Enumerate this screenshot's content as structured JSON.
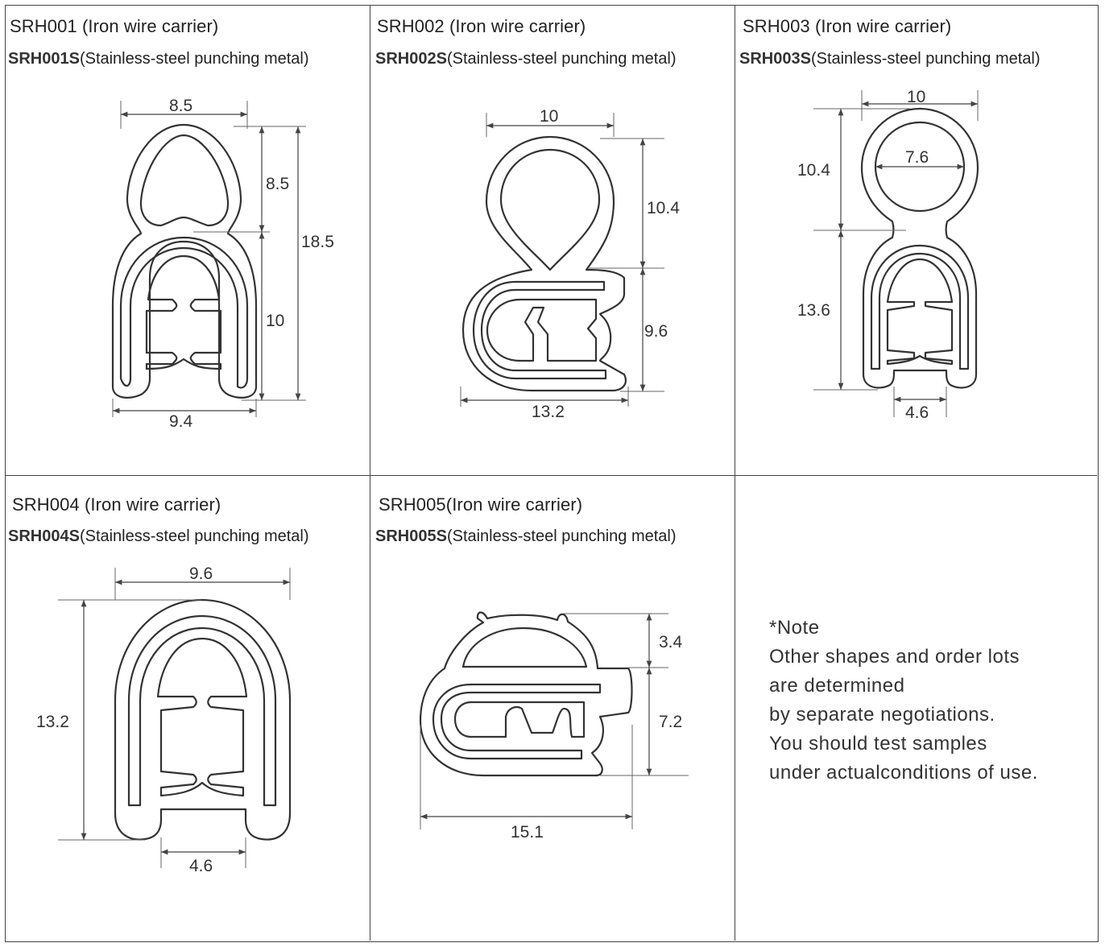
{
  "cells": [
    {
      "code1": "SRH001",
      "desc1": " (Iron wire carrier)",
      "code2": "SRH001S",
      "desc2": "(Stainless-steel punching metal)",
      "dims": {
        "top_width": "8.5",
        "upper_height": "8.5",
        "total_height": "18.5",
        "lower_height": "10",
        "bottom_width": "9.4"
      }
    },
    {
      "code1": "SRH002",
      "desc1": " (Iron wire carrier)",
      "code2": "SRH002S",
      "desc2": "(Stainless-steel punching metal)",
      "dims": {
        "top_width": "10",
        "upper_height": "10.4",
        "lower_height": "9.6",
        "bottom_width": "13.2"
      }
    },
    {
      "code1": "SRH003",
      "desc1": " (Iron wire carrier)",
      "code2": "SRH003S",
      "desc2": "(Stainless-steel punching metal)",
      "dims": {
        "top_width": "10",
        "inner_diameter": "7.6",
        "upper_height": "10.4",
        "lower_height": "13.6",
        "bottom_width": "4.6"
      }
    },
    {
      "code1": "SRH004",
      "desc1": " (Iron wire carrier)",
      "code2": "SRH004S",
      "desc2": "(Stainless-steel punching metal)",
      "dims": {
        "top_width": "9.6",
        "height": "13.2",
        "bottom_width": "4.6"
      }
    },
    {
      "code1": "SRH005",
      "desc1": "(Iron wire carrier)",
      "code2": "SRH005S",
      "desc2": "(Stainless-steel punching metal)",
      "dims": {
        "upper_height": "3.4",
        "lower_height": "7.2",
        "bottom_width": "15.1"
      }
    }
  ],
  "note": {
    "title": "*Note",
    "lines": [
      "Other shapes and order lots",
      "are determined",
      "by separate negotiations.",
      "You should test samples",
      "under actualconditions of use."
    ]
  }
}
